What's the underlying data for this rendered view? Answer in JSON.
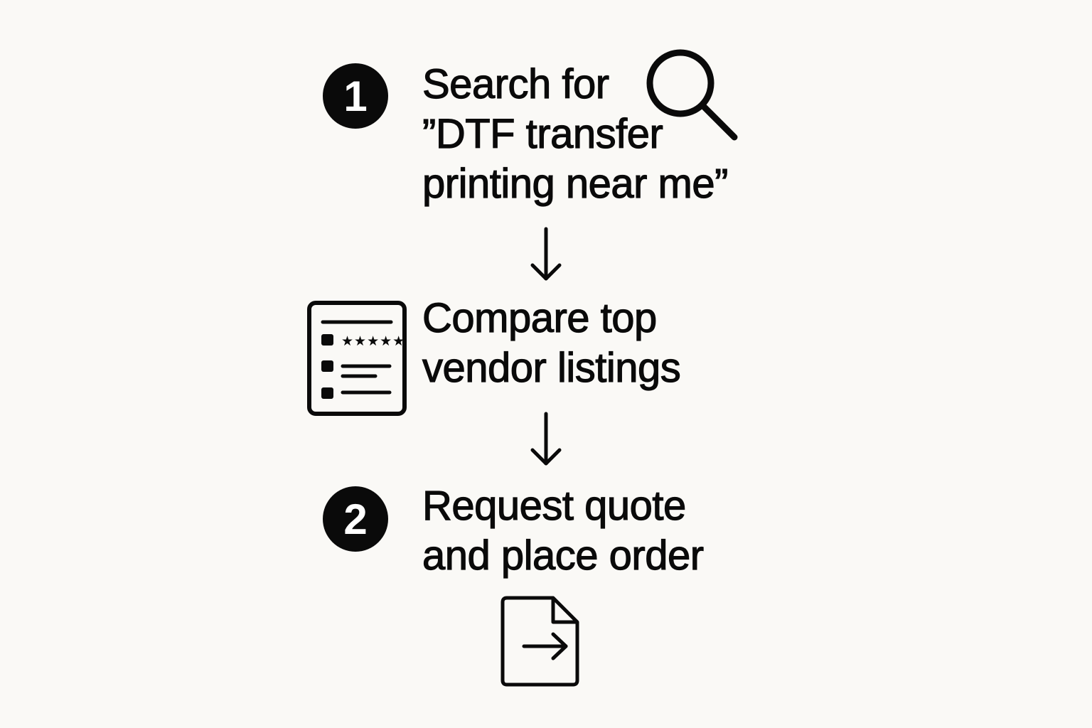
{
  "steps": [
    {
      "number": "1",
      "lines": [
        "Search for",
        "”DTF transfer",
        "printing near me”"
      ],
      "icon": "magnifier-icon"
    },
    {
      "lines": [
        "Compare top",
        "vendor listings"
      ],
      "icon": "rated-list-icon"
    },
    {
      "number": "2",
      "lines": [
        "Request quote",
        "and place order"
      ],
      "icon": "document-arrow-icon"
    }
  ],
  "connectors": [
    "down-arrow-icon",
    "down-arrow-icon"
  ],
  "colors": {
    "background": "#faf9f6",
    "ink": "#0a0a0a",
    "badge_text": "#ffffff"
  }
}
